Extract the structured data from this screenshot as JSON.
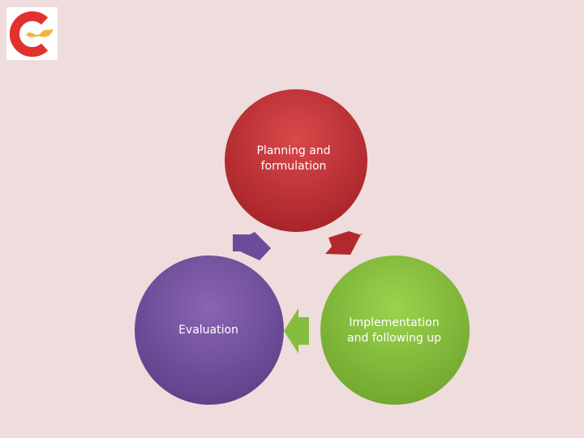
{
  "colors": {
    "background": "#efdcdc",
    "planning": "#c9373a",
    "implementation": "#8cc640",
    "evaluation": "#7b58a6",
    "logo_red": "#e2322e",
    "logo_yellow": "#f2b43c"
  },
  "logo": {
    "icon": "c-logo-icon"
  },
  "diagram": {
    "type": "cycle",
    "nodes": [
      {
        "id": "planning",
        "label": "Planning and\nformulation"
      },
      {
        "id": "implementation",
        "label": "Implementation\nand following up"
      },
      {
        "id": "evaluation",
        "label": "Evaluation"
      }
    ],
    "arrows": [
      {
        "from": "planning",
        "to": "implementation",
        "icon": "arrow-right-down-icon"
      },
      {
        "from": "implementation",
        "to": "evaluation",
        "icon": "arrow-left-icon"
      },
      {
        "from": "evaluation",
        "to": "planning",
        "icon": "arrow-up-right-icon"
      }
    ]
  }
}
